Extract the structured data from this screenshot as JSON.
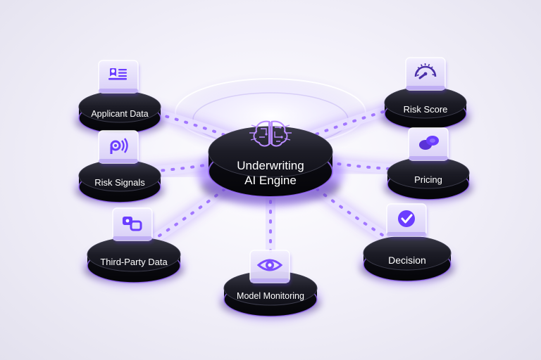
{
  "center": {
    "line1": "Underwriting",
    "line2": "AI Engine",
    "icon": "brain-circuit-icon"
  },
  "nodes": [
    {
      "id": "applicant-data",
      "label": "Applicant Data",
      "icon": "id-card-icon"
    },
    {
      "id": "risk-signals",
      "label": "Risk Signals",
      "icon": "signal-waves-icon"
    },
    {
      "id": "third-party-data",
      "label": "Third-Party Data",
      "icon": "linked-records-icon"
    },
    {
      "id": "model-monitoring",
      "label": "Model Monitoring",
      "icon": "eye-icon"
    },
    {
      "id": "risk-score",
      "label": "Risk Score",
      "icon": "gauge-icon"
    },
    {
      "id": "pricing",
      "label": "Pricing",
      "icon": "coins-icon"
    },
    {
      "id": "decision",
      "label": "Decision",
      "icon": "check-circle-icon"
    }
  ],
  "colors": {
    "accent": "#7c4dff",
    "glow": "#b388ff",
    "disk": "#15151f",
    "disk_edge": "#2a2a38"
  }
}
